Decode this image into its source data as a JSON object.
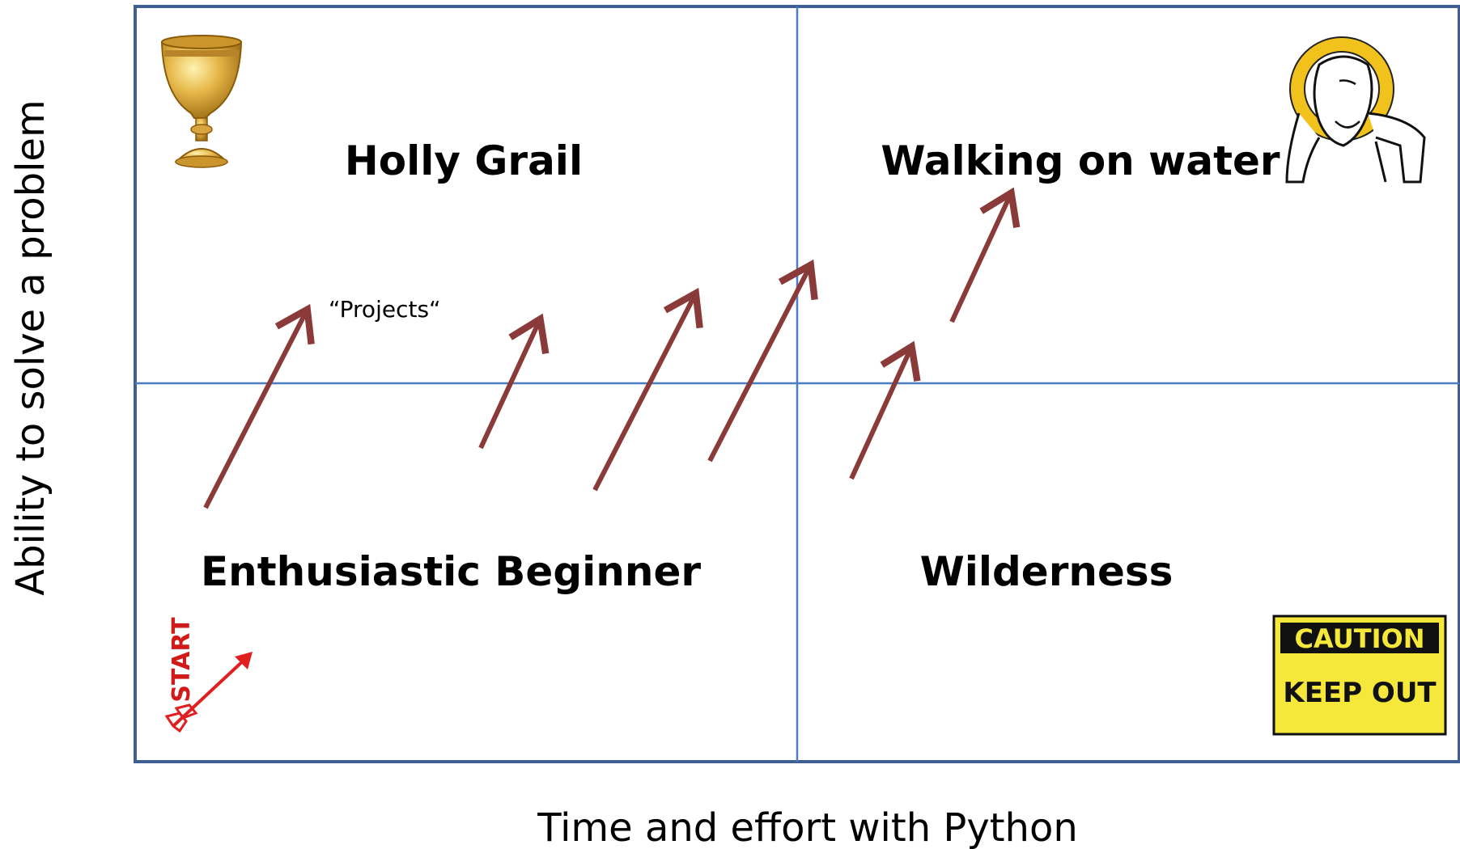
{
  "diagram": {
    "x_axis_label": "Time and effort with Python",
    "y_axis_label": "Ability to solve a problem",
    "quadrants": {
      "top_left": "Holly Grail",
      "top_right": "Walking on water",
      "bottom_left": "Enthusiastic Beginner",
      "bottom_right": "Wilderness"
    },
    "projects_label": "“Projects“",
    "start_label": "START",
    "caution_sign": {
      "line1": "CAUTION",
      "line2": "KEEP OUT"
    },
    "icons": [
      "holy-grail-chalice-icon",
      "haloed-figure-icon",
      "start-arrow-icon",
      "caution-sign-icon"
    ],
    "colors": {
      "frame": "#3f5e91",
      "divider": "#4a7ec0",
      "arrow": "#8b3a3a",
      "start": "#e02020",
      "caution_bg": "#f5e83a"
    }
  }
}
